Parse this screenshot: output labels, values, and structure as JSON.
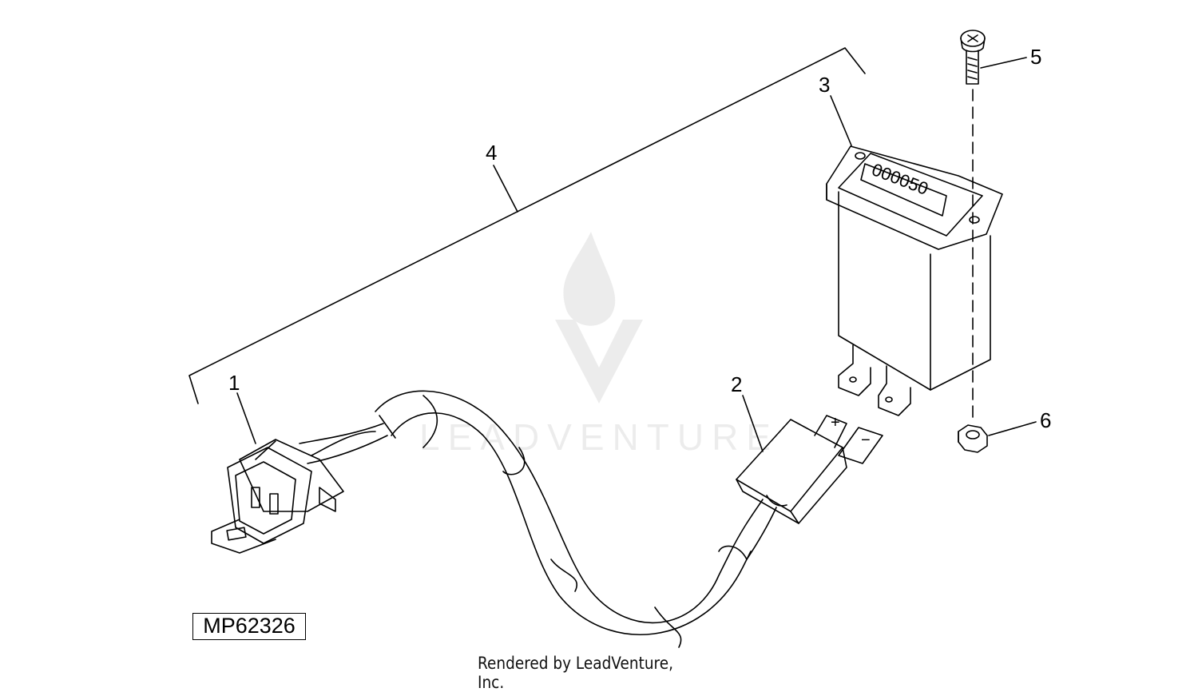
{
  "diagram": {
    "part_labels": [
      "1",
      "2",
      "3",
      "4",
      "5",
      "6"
    ],
    "meter_digits": "000050",
    "terminal_plus": "+",
    "terminal_minus": "−"
  },
  "figure_id": "MP62326",
  "credit": "Rendered by LeadVenture, Inc.",
  "watermark": "LEADVENTURE"
}
